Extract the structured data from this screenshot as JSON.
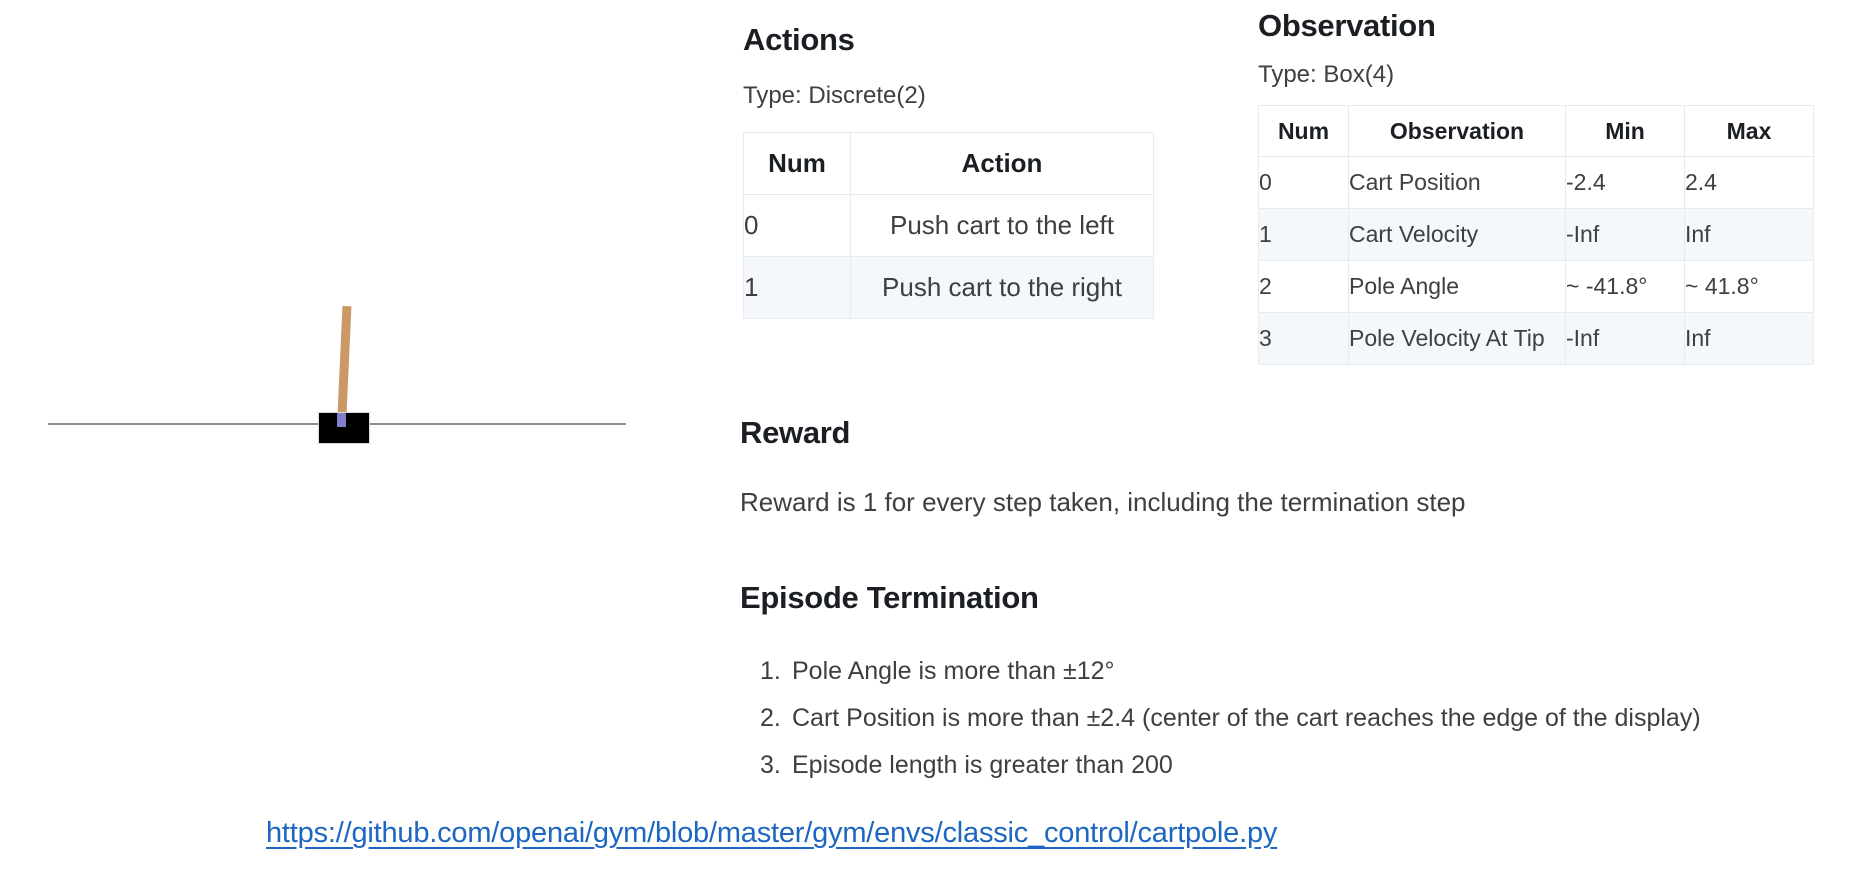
{
  "figure": {
    "name": "cartpole-environment-illustration",
    "cart_color": "#000000",
    "pole_color": "#cc9966",
    "axle_color": "#8080cc",
    "track_color": "#8c8c8c"
  },
  "actions": {
    "heading": "Actions",
    "type_label": "Type: Discrete(2)",
    "columns": [
      "Num",
      "Action"
    ],
    "rows": [
      {
        "num": "0",
        "action": "Push cart to the left"
      },
      {
        "num": "1",
        "action": "Push cart to the right"
      }
    ]
  },
  "observation": {
    "heading": "Observation",
    "type_label": "Type: Box(4)",
    "columns": [
      "Num",
      "Observation",
      "Min",
      "Max"
    ],
    "rows": [
      {
        "num": "0",
        "observation": "Cart Position",
        "min": "-2.4",
        "max": "2.4"
      },
      {
        "num": "1",
        "observation": "Cart Velocity",
        "min": "-Inf",
        "max": "Inf"
      },
      {
        "num": "2",
        "observation": "Pole Angle",
        "min": "~ -41.8°",
        "max": "~ 41.8°"
      },
      {
        "num": "3",
        "observation": "Pole Velocity At Tip",
        "min": "-Inf",
        "max": "Inf"
      }
    ]
  },
  "reward": {
    "heading": "Reward",
    "text": "Reward is 1 for every step taken, including the termination step"
  },
  "termination": {
    "heading": "Episode Termination",
    "items": [
      {
        "number": "1.",
        "text": "Pole Angle is more than ±12°"
      },
      {
        "number": "2.",
        "text": "Cart Position is more than ±2.4 (center of the cart reaches the edge of the display)"
      },
      {
        "number": "3.",
        "text": "Episode length is greater than 200"
      }
    ]
  },
  "link": {
    "text": "https://github.com/openai/gym/blob/master/gym/envs/classic_control/cartpole.py",
    "color": "#1d66c1"
  }
}
